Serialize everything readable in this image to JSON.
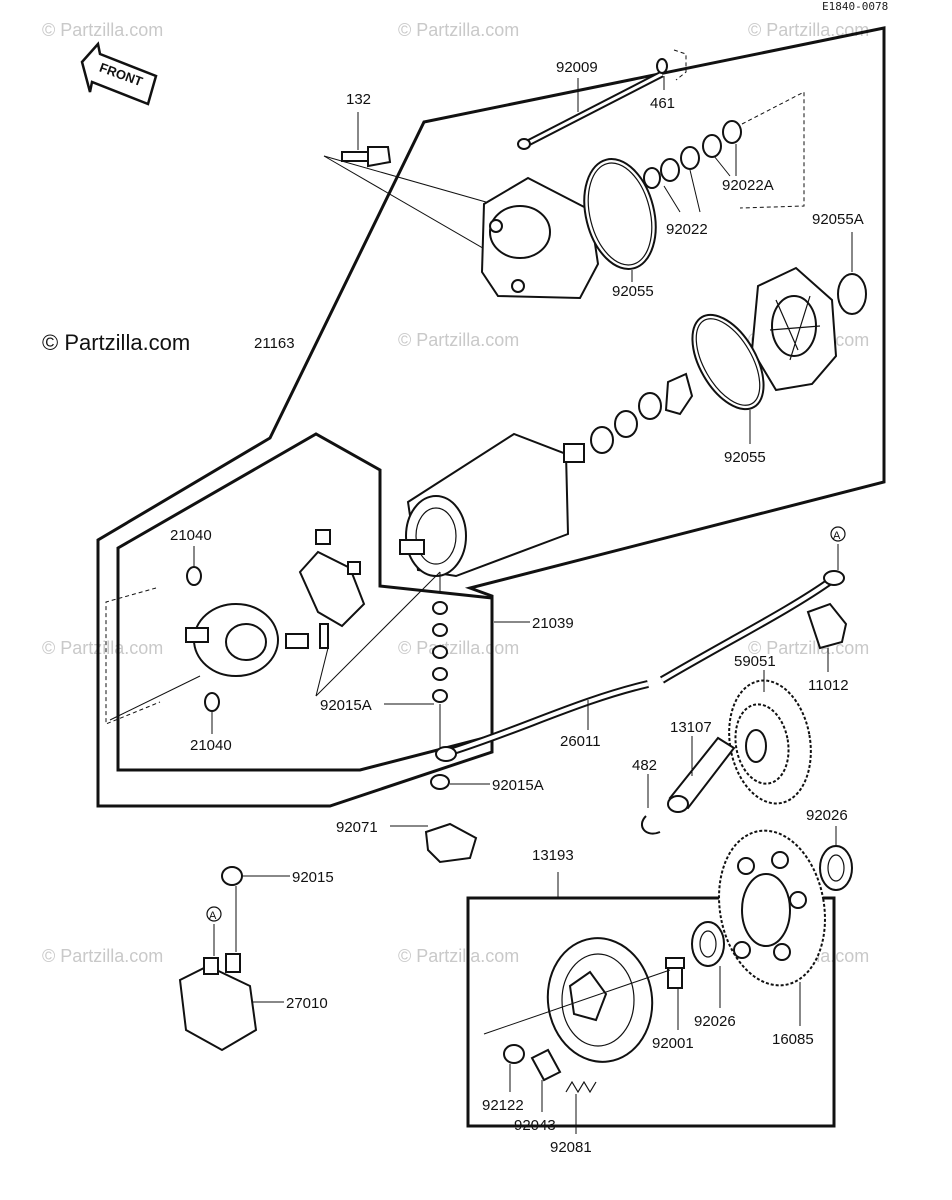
{
  "diagram_code": "E1840-0078",
  "copyright_main": "© Partzilla.com",
  "watermark_text": "© Partzilla.com",
  "front_label": "FRONT",
  "connector_marker": "A",
  "parts": {
    "p132": "132",
    "p92009": "92009",
    "p461": "461",
    "p92022A": "92022A",
    "p92022": "92022",
    "p92055A": "92055A",
    "p92055_top": "92055",
    "p92055_mid": "92055",
    "p21163": "21163",
    "p21040_top": "21040",
    "p21040_bot": "21040",
    "p21039": "21039",
    "p92015A_left": "92015A",
    "p92015A_right": "92015A",
    "p26011": "26011",
    "p11012": "11012",
    "p59051": "59051",
    "p13107": "13107",
    "p482": "482",
    "p92071": "92071",
    "p92026_top": "92026",
    "p92026_bot": "92026",
    "p92015": "92015",
    "p27010": "27010",
    "p13193": "13193",
    "p92001": "92001",
    "p16085": "16085",
    "p92122": "92122",
    "p92043": "92043",
    "p92081": "92081"
  }
}
